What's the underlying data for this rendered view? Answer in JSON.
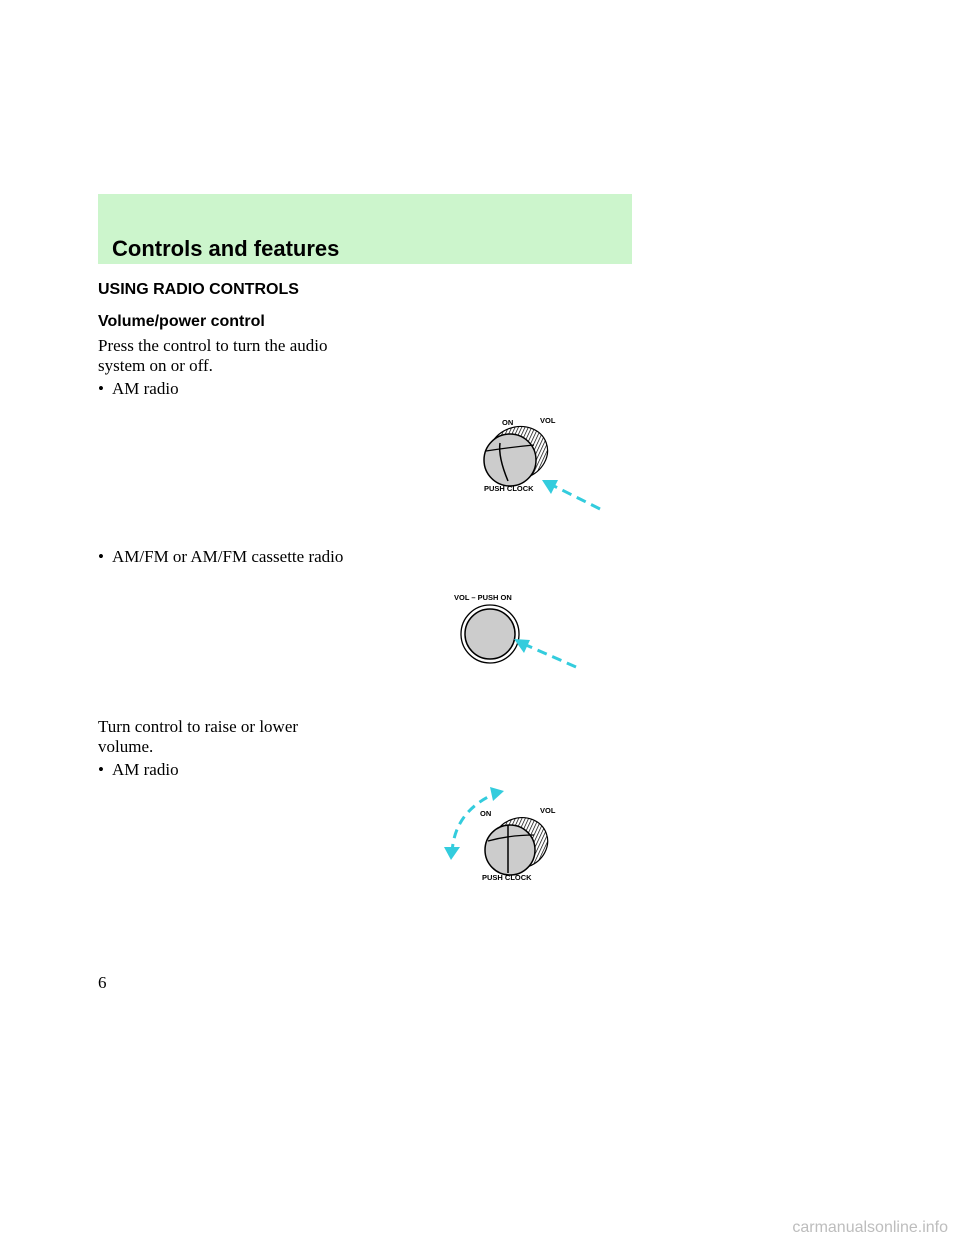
{
  "header": {
    "title": "Controls and features"
  },
  "section": {
    "heading": "USING RADIO CONTROLS",
    "subheading": "Volume/power control",
    "para1_line1": "Press the control to turn the audio",
    "para1_line2": "system on or off.",
    "bullet1": "AM radio",
    "bullet2": "AM/FM or AM/FM cassette radio",
    "para2_line1": "Turn control to raise or lower",
    "para2_line2": "volume.",
    "bullet3": "AM radio"
  },
  "figures": {
    "knob_am_push": {
      "on_label": "ON",
      "vol_label": "VOL",
      "push_clock_label": "PUSH CLOCK"
    },
    "knob_amfm_push": {
      "vol_push_on_label": "VOL – PUSH ON"
    },
    "knob_am_turn": {
      "on_label": "ON",
      "vol_label": "VOL",
      "push_clock_label": "PUSH CLOCK"
    }
  },
  "colors": {
    "header_band": "#ccf5cc",
    "arrow": "#33ccdd",
    "knob_fill": "#cccccc"
  },
  "page": {
    "number": "6"
  },
  "watermark": {
    "text": "carmanualsonline.info"
  }
}
